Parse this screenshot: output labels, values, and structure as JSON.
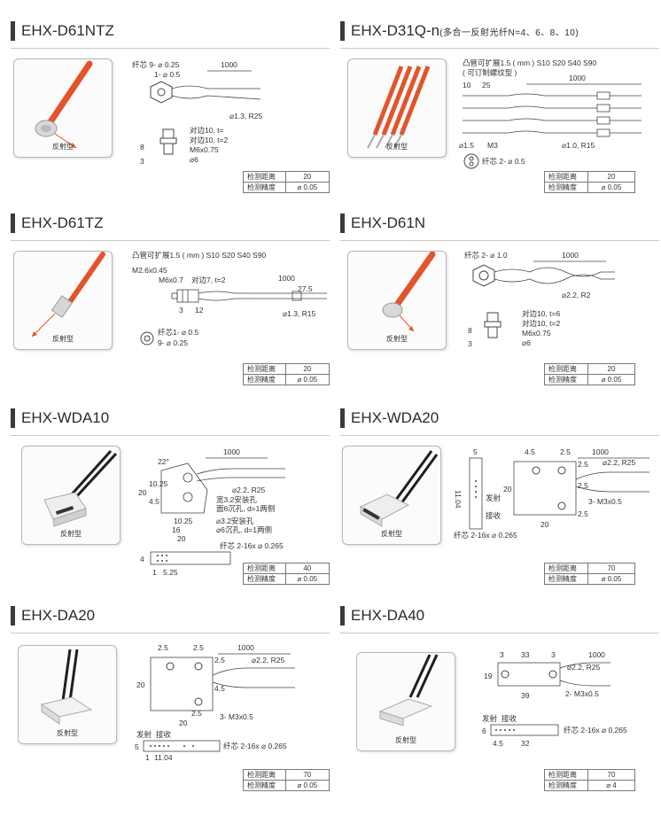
{
  "labels": {
    "photo_caption": "反射型",
    "spec_distance": "检测距离",
    "spec_precision": "检测精度"
  },
  "colors": {
    "fiber_orange": "#e2542b",
    "cable_black": "#1f1f1f",
    "steel": "#cfcfcf"
  },
  "products": [
    {
      "model": "EHX-D61NTZ",
      "subtitle": "",
      "drawing_notes": [
        "纤芯 9- ⌀ 0.25",
        "1- ⌀ 0.5",
        "1000",
        "⌀1.3, R25",
        "对边10, t=",
        "对边10, t=2",
        "M6x0.75",
        "⌀6",
        "8",
        "3"
      ],
      "spec": {
        "distance": "20",
        "precision": "⌀ 0.05"
      }
    },
    {
      "model": "EHX-D31Q-n",
      "subtitle": "(多合一反射光纤N=4、6、8、10)",
      "drawing_notes": [
        "凸管可扩展1.5 ( mm ) S10  S20  S40  S90",
        "( 可订制螺纹型 )",
        "1000",
        "10",
        "25",
        "⌀1.5",
        "M3",
        "⌀1.0, R15",
        "纤芯 2- ⌀ 0.5"
      ],
      "spec": {
        "distance": "20",
        "precision": "⌀ 0.05"
      }
    },
    {
      "model": "EHX-D61TZ",
      "subtitle": "",
      "drawing_notes": [
        "凸管可扩展1.5 ( mm ) S10  S20  S40  S90",
        "M2.6x0.45",
        "M6x0.7",
        "对边7, t=2",
        "1000",
        "27.5",
        "3",
        "12",
        "⌀1.3, R15",
        "纤芯1- ⌀ 0.5",
        "9- ⌀ 0.25"
      ],
      "spec": {
        "distance": "20",
        "precision": "⌀ 0.05"
      }
    },
    {
      "model": "EHX-D61N",
      "subtitle": "",
      "drawing_notes": [
        "纤芯 2- ⌀ 1.0",
        "1000",
        "⌀2.2, R2",
        "对边10, t=6",
        "对边10, t=2",
        "M6x0.75",
        "⌀6",
        "8",
        "3"
      ],
      "spec": {
        "distance": "20",
        "precision": "⌀ 0.05"
      }
    },
    {
      "model": "EHX-WDA10",
      "subtitle": "",
      "drawing_notes": [
        "22°",
        "1000",
        "⌀2.2, R25",
        "宽3.2安装孔",
        "面6沉孔, d=1两侧",
        "⌀3.2安装孔",
        "⌀6沉孔, d=1两侧",
        "20",
        "10.25",
        "4.5",
        "10.25",
        "16",
        "20",
        "纤芯 2-16x ⌀ 0.265",
        "4",
        "1",
        "5.25"
      ],
      "spec": {
        "distance": "40",
        "precision": "⌀ 0.05"
      }
    },
    {
      "model": "EHX-WDA20",
      "subtitle": "",
      "drawing_notes": [
        "5",
        "11.04",
        "发射",
        "接收",
        "纤芯 2-16x ⌀ 0.265",
        "4.5",
        "2.5",
        "1000",
        "2.5",
        "⌀2.2, R25",
        "20",
        "2.5",
        "3- M3x0.5",
        "2.5",
        "20"
      ],
      "spec": {
        "distance": "70",
        "precision": "⌀ 0.05"
      }
    },
    {
      "model": "EHX-DA20",
      "subtitle": "",
      "drawing_notes": [
        "2.5",
        "2.5",
        "1000",
        "2.5",
        "⌀2.2, R25",
        "20",
        "4.5",
        "2.5",
        "3- M3x0.5",
        "20",
        "发射",
        "接收",
        "纤芯 2-16x ⌀ 0.265",
        "5",
        "1",
        "11.04"
      ],
      "spec": {
        "distance": "70",
        "precision": "⌀ 0.05"
      }
    },
    {
      "model": "EHX-DA40",
      "subtitle": "",
      "drawing_notes": [
        "3",
        "33",
        "3",
        "1000",
        "⌀2.2, R25",
        "19",
        "2- M3x0.5",
        "39",
        "发射",
        "接收",
        "纤芯 2-16x ⌀ 0.265",
        "6",
        "4.5",
        "32"
      ],
      "spec": {
        "distance": "70",
        "precision": "⌀ 4"
      }
    }
  ]
}
